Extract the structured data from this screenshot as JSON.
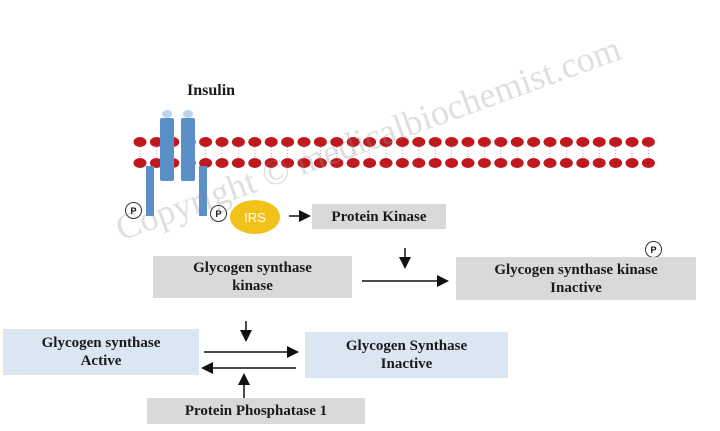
{
  "ligand": {
    "label": "Insulin"
  },
  "adapter": {
    "label": "IRS"
  },
  "phospho_marker": "P",
  "nodes": {
    "protein_kinase": "Protein Kinase",
    "gsk_line1": "Glycogen synthase",
    "gsk_line2": "kinase",
    "gsk_inactive_line1": "Glycogen synthase kinase",
    "gsk_inactive_line2": "Inactive",
    "gs_active_line1": "Glycogen synthase",
    "gs_active_line2": "Active",
    "gs_inactive_line1": "Glycogen Synthase",
    "gs_inactive_line2": "Inactive",
    "pp1": "Protein Phosphatase 1"
  },
  "watermark": "Copyright © medicalbiochemist.com",
  "colors": {
    "membrane_head": "#c0181f",
    "receptor": "#5b8fc8",
    "insulin": "#bcd4ec",
    "irs": "#f2c21a",
    "gray_box": "#d9d9d9",
    "blue_box": "#dae6f2"
  }
}
